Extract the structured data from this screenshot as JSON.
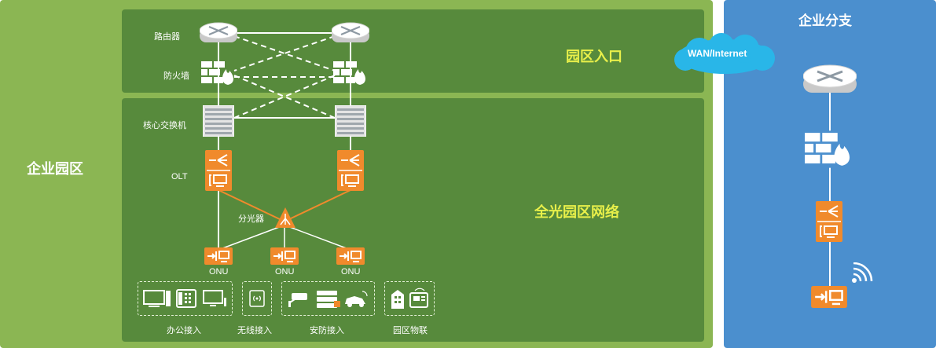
{
  "campus": {
    "title": "企业园区",
    "entry_zone": "园区入口",
    "network_zone": "全光园区网络",
    "row_labels": {
      "router": "路由器",
      "firewall": "防火墙",
      "core_switch": "核心交换机",
      "olt": "OLT",
      "splitter": "分光器"
    },
    "onu_label": "ONU",
    "access_groups": [
      "办公接入",
      "无线接入",
      "安防接入",
      "园区物联"
    ]
  },
  "wan": {
    "label": "WAN/Internet"
  },
  "branch": {
    "title": "企业分支"
  },
  "colors": {
    "campus_bg": "#8bb653",
    "zone_bg": "#578a3c",
    "branch_bg": "#4b8fce",
    "device_orange": "#f08a2c",
    "zone_label": "#e8ef4a",
    "cloud": "#29b6e8"
  },
  "icons": [
    "router-icon",
    "firewall-icon",
    "core-switch-icon",
    "olt-icon",
    "splitter-icon",
    "onu-icon",
    "pc-icon",
    "phone-icon",
    "monitor-icon",
    "wireless-ap-icon",
    "camera-icon",
    "nvr-icon",
    "car-icon",
    "building-icon",
    "iot-terminal-icon",
    "wifi-icon"
  ]
}
